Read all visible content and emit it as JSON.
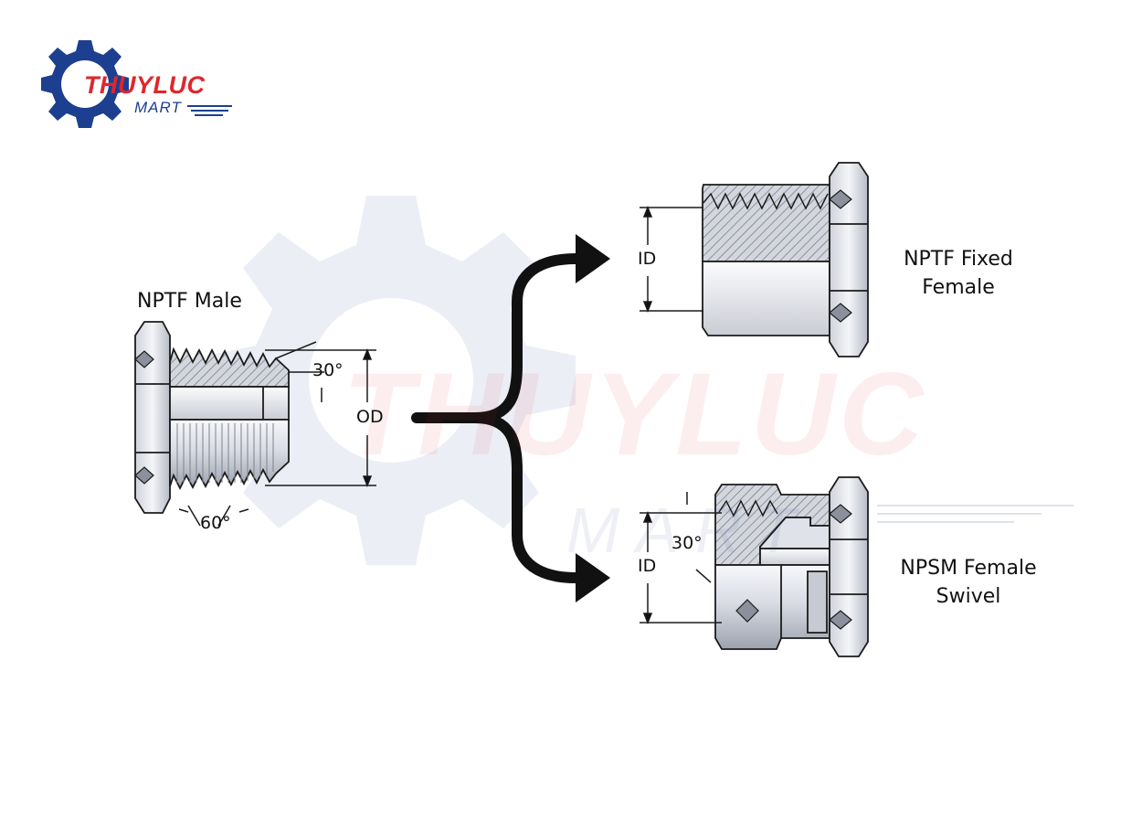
{
  "logo": {
    "brand": "THUYLUC",
    "sub": "MART"
  },
  "watermark": {
    "brand": "THUYLUC",
    "sub": "MART"
  },
  "fittings": {
    "male": {
      "title": "NPTF Male",
      "od_label": "OD",
      "thread_angle": "60°",
      "flare_angle": "30°"
    },
    "fixed_female": {
      "title_line1": "NPTF Fixed",
      "title_line2": "Female",
      "id_label": "ID"
    },
    "swivel_female": {
      "title_line1": "NPSM Female",
      "title_line2": "Swivel",
      "id_label": "ID",
      "seat_angle": "30°"
    }
  },
  "colors": {
    "brand_red": "#e0262c",
    "brand_blue": "#1d3f8f",
    "metal_light": "#eef0f5",
    "metal_dark": "#8b909c",
    "arrow": "#111111"
  }
}
